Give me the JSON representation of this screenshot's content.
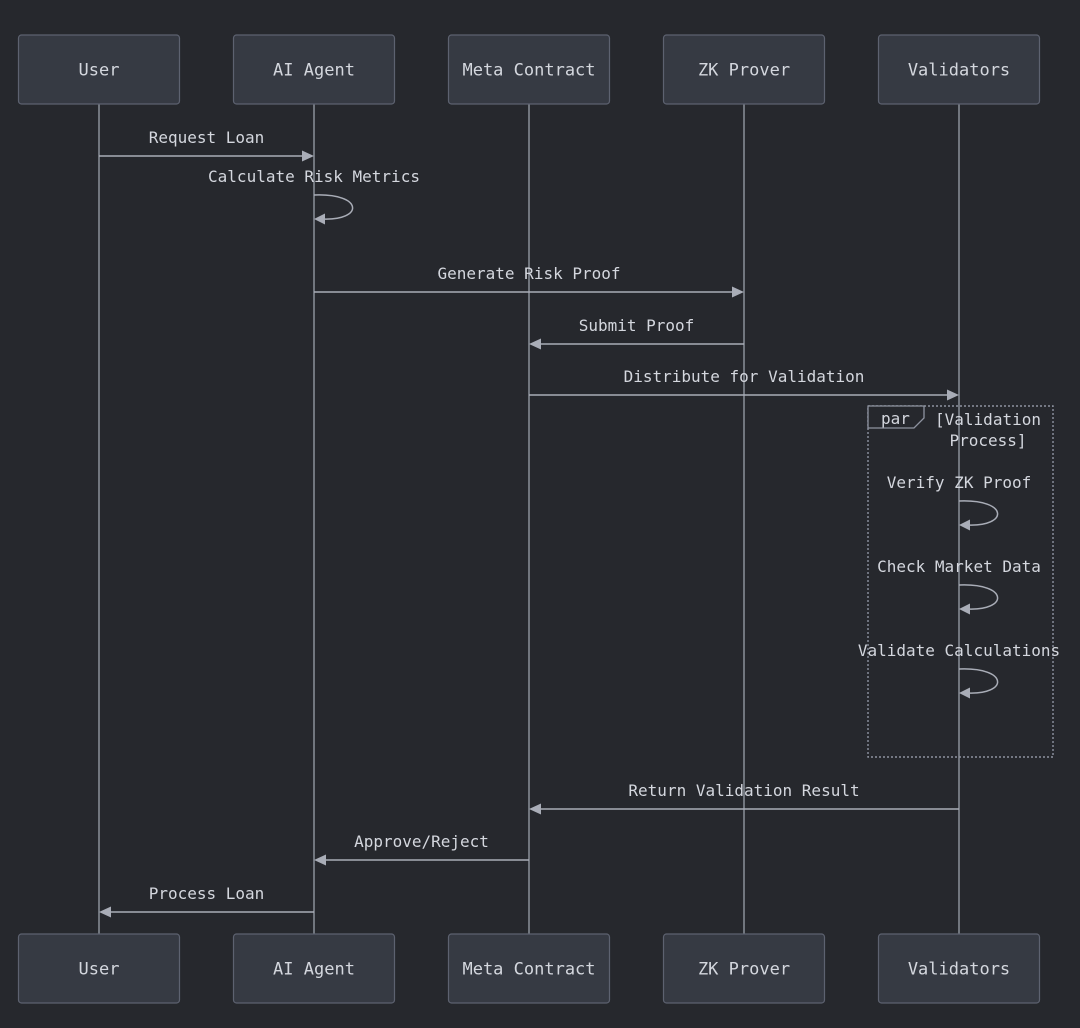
{
  "participants": [
    {
      "id": "user",
      "label": "User"
    },
    {
      "id": "agent",
      "label": "AI Agent"
    },
    {
      "id": "meta",
      "label": "Meta Contract"
    },
    {
      "id": "zk",
      "label": "ZK Prover"
    },
    {
      "id": "validators",
      "label": "Validators"
    }
  ],
  "messages": [
    {
      "from": "user",
      "to": "agent",
      "label": "Request Loan"
    },
    {
      "from": "agent",
      "to": "agent",
      "label": "Calculate Risk Metrics"
    },
    {
      "from": "agent",
      "to": "zk",
      "label": "Generate Risk Proof"
    },
    {
      "from": "zk",
      "to": "meta",
      "label": "Submit Proof"
    },
    {
      "from": "meta",
      "to": "validators",
      "label": "Distribute for Validation"
    },
    {
      "from": "validators",
      "to": "validators",
      "label": "Verify ZK Proof"
    },
    {
      "from": "validators",
      "to": "validators",
      "label": "Check Market Data"
    },
    {
      "from": "validators",
      "to": "validators",
      "label": "Validate Calculations"
    },
    {
      "from": "validators",
      "to": "meta",
      "label": "Return Validation Result"
    },
    {
      "from": "meta",
      "to": "agent",
      "label": "Approve/Reject"
    },
    {
      "from": "agent",
      "to": "user",
      "label": "Process Loan"
    }
  ],
  "par_block": {
    "tag": "par",
    "condition_line1": "[Validation",
    "condition_line2": "Process]"
  },
  "colors": {
    "background": "#26282d",
    "actor_fill": "#363a43",
    "actor_stroke": "#5d6270",
    "line": "#a9adb7",
    "text": "#d4d7de"
  }
}
